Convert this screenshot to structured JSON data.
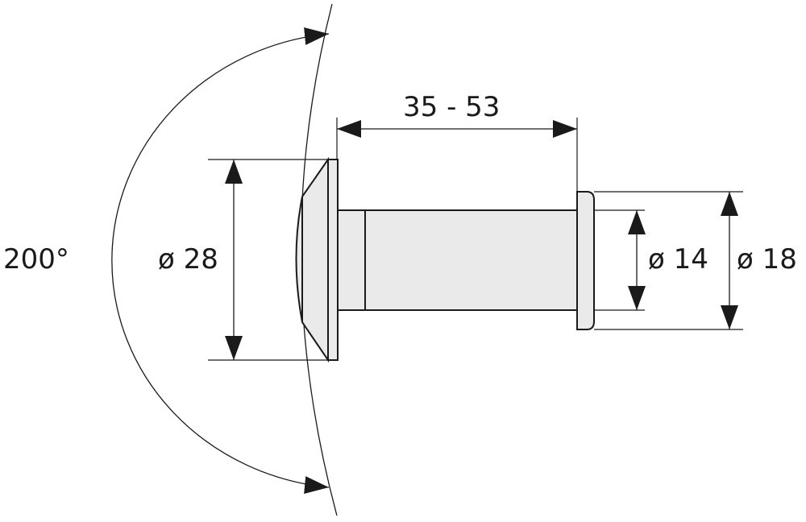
{
  "labels": {
    "angle": "200°",
    "flange_diameter": "ø 28",
    "door_thickness": "35 - 53",
    "bore_diameter": "ø 14",
    "eyepiece_diameter": "ø 18"
  },
  "colors": {
    "line": "#1a1a1a",
    "fill": "#ebeaea"
  }
}
